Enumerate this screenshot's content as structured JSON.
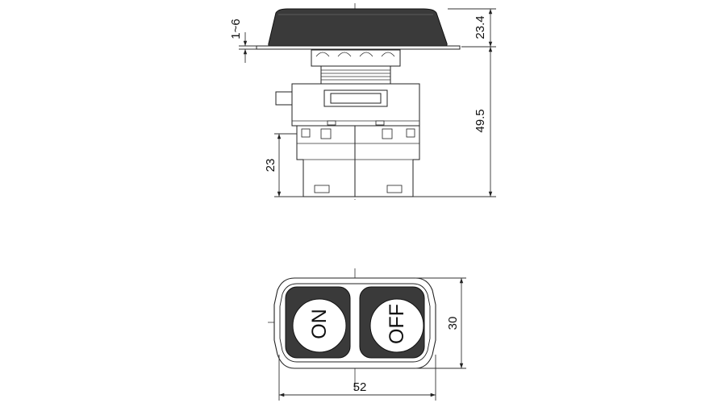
{
  "drawing": {
    "side_view": {
      "dims": {
        "bezel_gap": "1~6",
        "height_top": "23.4",
        "height_total": "49.5",
        "height_block": "23"
      }
    },
    "front_view": {
      "button_left": "ON",
      "button_right": "OFF",
      "dims": {
        "width": "52",
        "height": "30"
      }
    }
  },
  "colors": {
    "line": "#222222",
    "cap_fill": "#3a3a3a",
    "button_fill": "#ffffff",
    "background": "#ffffff"
  }
}
